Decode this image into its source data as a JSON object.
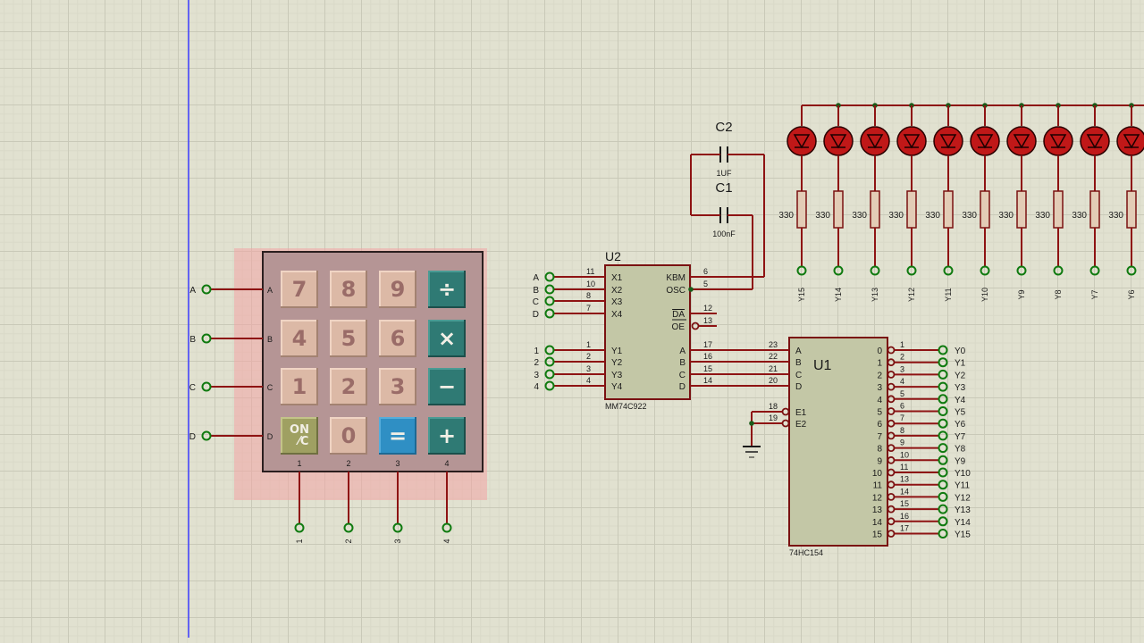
{
  "keypad": {
    "rows": [
      "A",
      "B",
      "C",
      "D"
    ],
    "cols": [
      "1",
      "2",
      "3",
      "4"
    ],
    "keys": [
      "7",
      "8",
      "9",
      "÷",
      "4",
      "5",
      "6",
      "×",
      "1",
      "2",
      "3",
      "−",
      "ON/C",
      "0",
      "=",
      "+"
    ]
  },
  "u2": {
    "ref": "U2",
    "part": "MM74C922",
    "left_pins": [
      {
        "name": "X1",
        "num": "11",
        "net": "A"
      },
      {
        "name": "X2",
        "num": "10",
        "net": "B"
      },
      {
        "name": "X3",
        "num": "8",
        "net": "C"
      },
      {
        "name": "X4",
        "num": "7",
        "net": "D"
      },
      {
        "name": "Y1",
        "num": "1",
        "net": "1"
      },
      {
        "name": "Y2",
        "num": "2",
        "net": "2"
      },
      {
        "name": "Y3",
        "num": "3",
        "net": "3"
      },
      {
        "name": "Y4",
        "num": "4",
        "net": "4"
      }
    ],
    "right_pins": [
      {
        "name": "KBM",
        "num": "6"
      },
      {
        "name": "OSC",
        "num": "5"
      },
      {
        "name": "DA",
        "num": "12"
      },
      {
        "name": "OE",
        "num": "13"
      },
      {
        "name": "A",
        "num": "17"
      },
      {
        "name": "B",
        "num": "16"
      },
      {
        "name": "C",
        "num": "15"
      },
      {
        "name": "D",
        "num": "14"
      }
    ]
  },
  "u1": {
    "ref": "U1",
    "part": "74HC154",
    "inputs": [
      {
        "name": "A",
        "num": "23"
      },
      {
        "name": "B",
        "num": "22"
      },
      {
        "name": "C",
        "num": "21"
      },
      {
        "name": "D",
        "num": "20"
      }
    ],
    "enables": [
      {
        "name": "E1",
        "num": "18"
      },
      {
        "name": "E2",
        "num": "19"
      }
    ],
    "outputs": [
      {
        "name": "0",
        "num": "1",
        "net": "Y0"
      },
      {
        "name": "1",
        "num": "2",
        "net": "Y1"
      },
      {
        "name": "2",
        "num": "3",
        "net": "Y2"
      },
      {
        "name": "3",
        "num": "4",
        "net": "Y3"
      },
      {
        "name": "4",
        "num": "5",
        "net": "Y4"
      },
      {
        "name": "5",
        "num": "6",
        "net": "Y5"
      },
      {
        "name": "6",
        "num": "7",
        "net": "Y6"
      },
      {
        "name": "7",
        "num": "8",
        "net": "Y7"
      },
      {
        "name": "8",
        "num": "9",
        "net": "Y8"
      },
      {
        "name": "9",
        "num": "10",
        "net": "Y9"
      },
      {
        "name": "10",
        "num": "11",
        "net": "Y10"
      },
      {
        "name": "11",
        "num": "13",
        "net": "Y11"
      },
      {
        "name": "12",
        "num": "14",
        "net": "Y12"
      },
      {
        "name": "13",
        "num": "15",
        "net": "Y13"
      },
      {
        "name": "14",
        "num": "16",
        "net": "Y14"
      },
      {
        "name": "15",
        "num": "17",
        "net": "Y15"
      }
    ]
  },
  "capacitors": [
    {
      "ref": "C2",
      "value": "1UF"
    },
    {
      "ref": "C1",
      "value": "100nF"
    }
  ],
  "led_array": {
    "resistor_value": "330",
    "nets": [
      "Y15",
      "Y14",
      "Y13",
      "Y12",
      "Y11",
      "Y10",
      "Y9",
      "Y8",
      "Y7",
      "Y6"
    ]
  },
  "colors": {
    "wire": "#8e1313",
    "terminal": "#0f7a0f",
    "chip_fill": "#c3c7a6",
    "led_fill": "#c01818",
    "keypad_body": "#b59595",
    "selection": "#f2a4a4",
    "cursor_line": "#3a3aff"
  }
}
